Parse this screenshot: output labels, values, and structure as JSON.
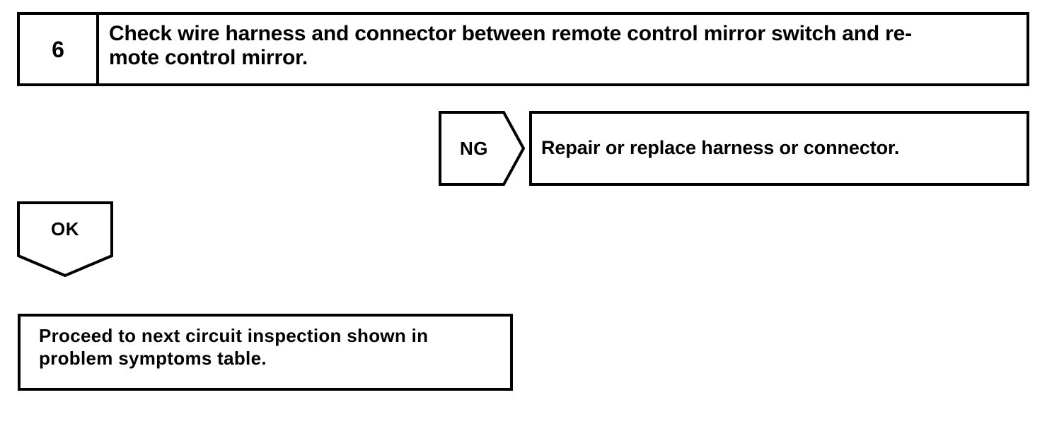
{
  "diagram": {
    "type": "diagnostic-flowchart",
    "colors": {
      "line": "#000000",
      "background": "#ffffff",
      "text": "#000000"
    },
    "step": {
      "number": "6",
      "instruction": "Check wire harness and connector between remote control mirror switch and re-\nmote control mirror."
    },
    "branches": {
      "ng": {
        "label": "NG",
        "result": "Repair or replace harness or connector."
      },
      "ok": {
        "label": "OK",
        "result": "Proceed to next circuit inspection shown in\nproblem symptoms table."
      }
    }
  }
}
